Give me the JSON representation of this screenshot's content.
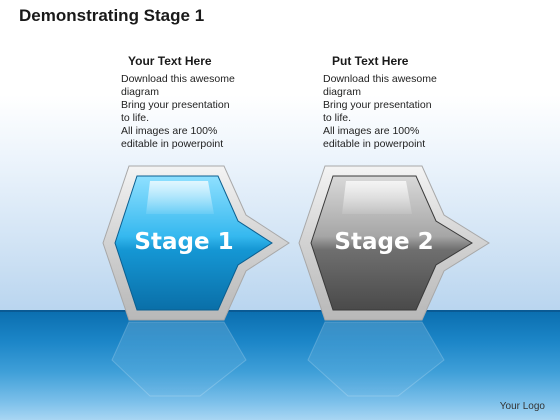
{
  "title": "Demonstrating Stage 1",
  "columns": [
    {
      "heading": "Your Text Here",
      "lines": [
        "Download this awesome",
        "diagram",
        "Bring your presentation",
        "to life.",
        "All images are 100%",
        "editable in powerpoint"
      ]
    },
    {
      "heading": "Put Text Here",
      "lines": [
        "Download this awesome",
        "diagram",
        "Bring your presentation",
        "to life.",
        "All images are 100%",
        "editable in powerpoint"
      ]
    }
  ],
  "stages": [
    {
      "label": "Stage 1",
      "color": "#19a3e0",
      "state": "active"
    },
    {
      "label": "Stage 2",
      "color": "#6a6a6a",
      "state": "inactive"
    }
  ],
  "footer": {
    "logo_text": "Your Logo"
  },
  "colors": {
    "floor": "#1c86c8",
    "active_stage": "#19a3e0",
    "inactive_stage": "#6a6a6a"
  }
}
